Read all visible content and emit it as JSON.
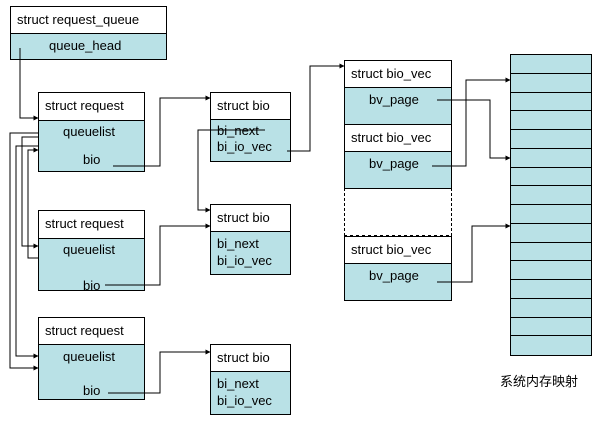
{
  "queue": {
    "title": "struct request_queue",
    "field": "queue_head"
  },
  "requests": [
    {
      "title": "struct request",
      "queuelist": "queuelist",
      "bio": "bio"
    },
    {
      "title": "struct request",
      "queuelist": "queuelist",
      "bio": "bio"
    },
    {
      "title": "struct request",
      "queuelist": "queuelist",
      "bio": "bio"
    }
  ],
  "bios": [
    {
      "title": "struct bio",
      "next": "bi_next",
      "vec": "bi_io_vec"
    },
    {
      "title": "struct bio",
      "next": "bi_next",
      "vec": "bi_io_vec"
    },
    {
      "title": "struct bio",
      "next": "bi_next",
      "vec": "bi_io_vec"
    }
  ],
  "bio_vecs": [
    {
      "title": "struct bio_vec",
      "page": "bv_page"
    },
    {
      "title": "struct bio_vec",
      "page": "bv_page"
    },
    {
      "title": "struct bio_vec",
      "page": "bv_page"
    }
  ],
  "memory": {
    "caption": "系统内存映射",
    "cell_count": 16
  }
}
